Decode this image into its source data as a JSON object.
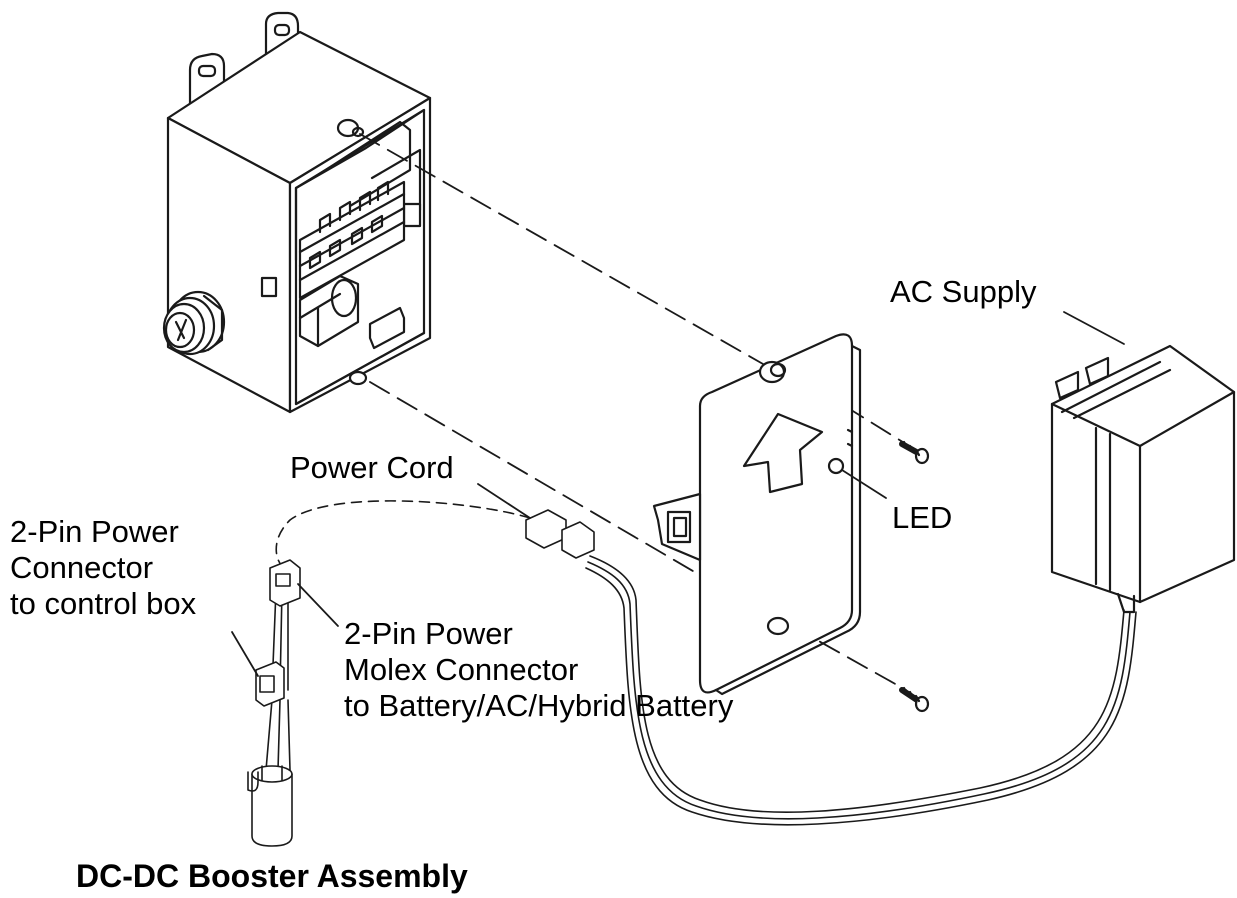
{
  "labels": {
    "ac_supply": "AC Supply",
    "power_cord": "Power Cord",
    "led": "LED",
    "pin_connector_control": [
      "2-Pin Power",
      "Connector",
      "to control box"
    ],
    "molex_connector": [
      "2-Pin Power",
      "Molex Connector",
      "to Battery/AC/Hybrid Battery"
    ],
    "booster_assembly": "DC-DC Booster Assembly"
  },
  "colors": {
    "ink": "#1a1a1a",
    "background": "#ffffff"
  }
}
